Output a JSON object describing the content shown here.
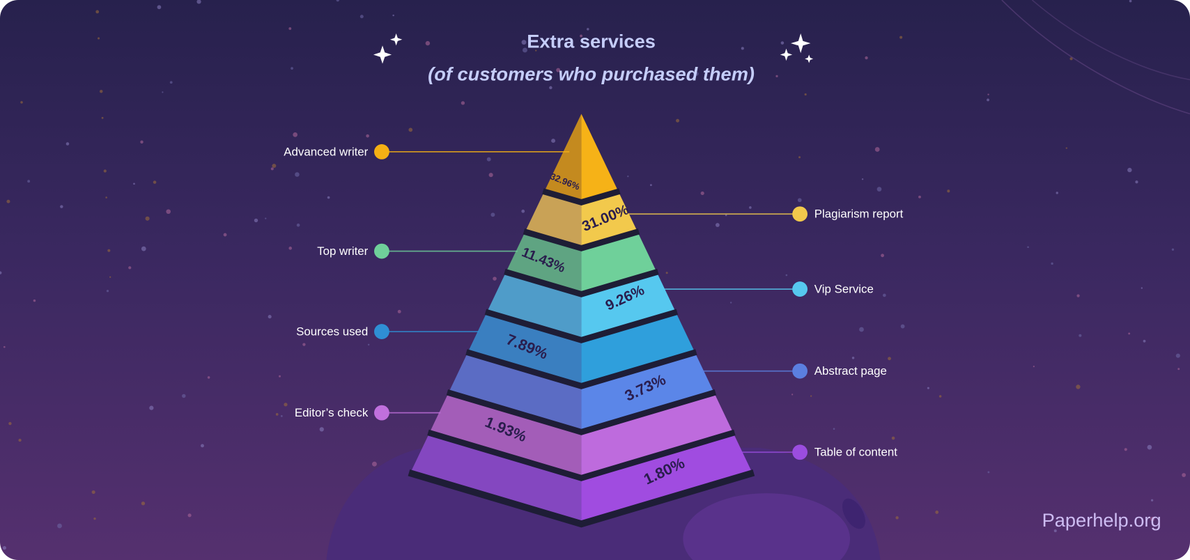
{
  "chart_data": {
    "type": "pyramid",
    "title": "Extra services",
    "subtitle": "(of customers who purchased them)",
    "categories": [
      "Advanced writer",
      "Plagiarism report",
      "Top writer",
      "Vip Service",
      "Sources used",
      "Abstract page",
      "Editor’s check",
      "Table of content"
    ],
    "values": [
      32.96,
      31.0,
      11.43,
      9.26,
      7.89,
      3.73,
      1.93,
      1.8
    ],
    "value_labels": [
      "32.96%",
      "31.00%",
      "11.43%",
      "9.26%",
      "7.89%",
      "3.73%",
      "1.93%",
      "1.80%"
    ],
    "label_sides": [
      "left",
      "right",
      "left",
      "right",
      "left",
      "right",
      "left",
      "right"
    ],
    "colors": [
      "#f5b014",
      "#f2c94c",
      "#6fd09a",
      "#56c8ef",
      "#2f8fd4",
      "#5b7fe0",
      "#c070dd",
      "#9b4ddf"
    ]
  },
  "brand": "Paperhelp.org"
}
